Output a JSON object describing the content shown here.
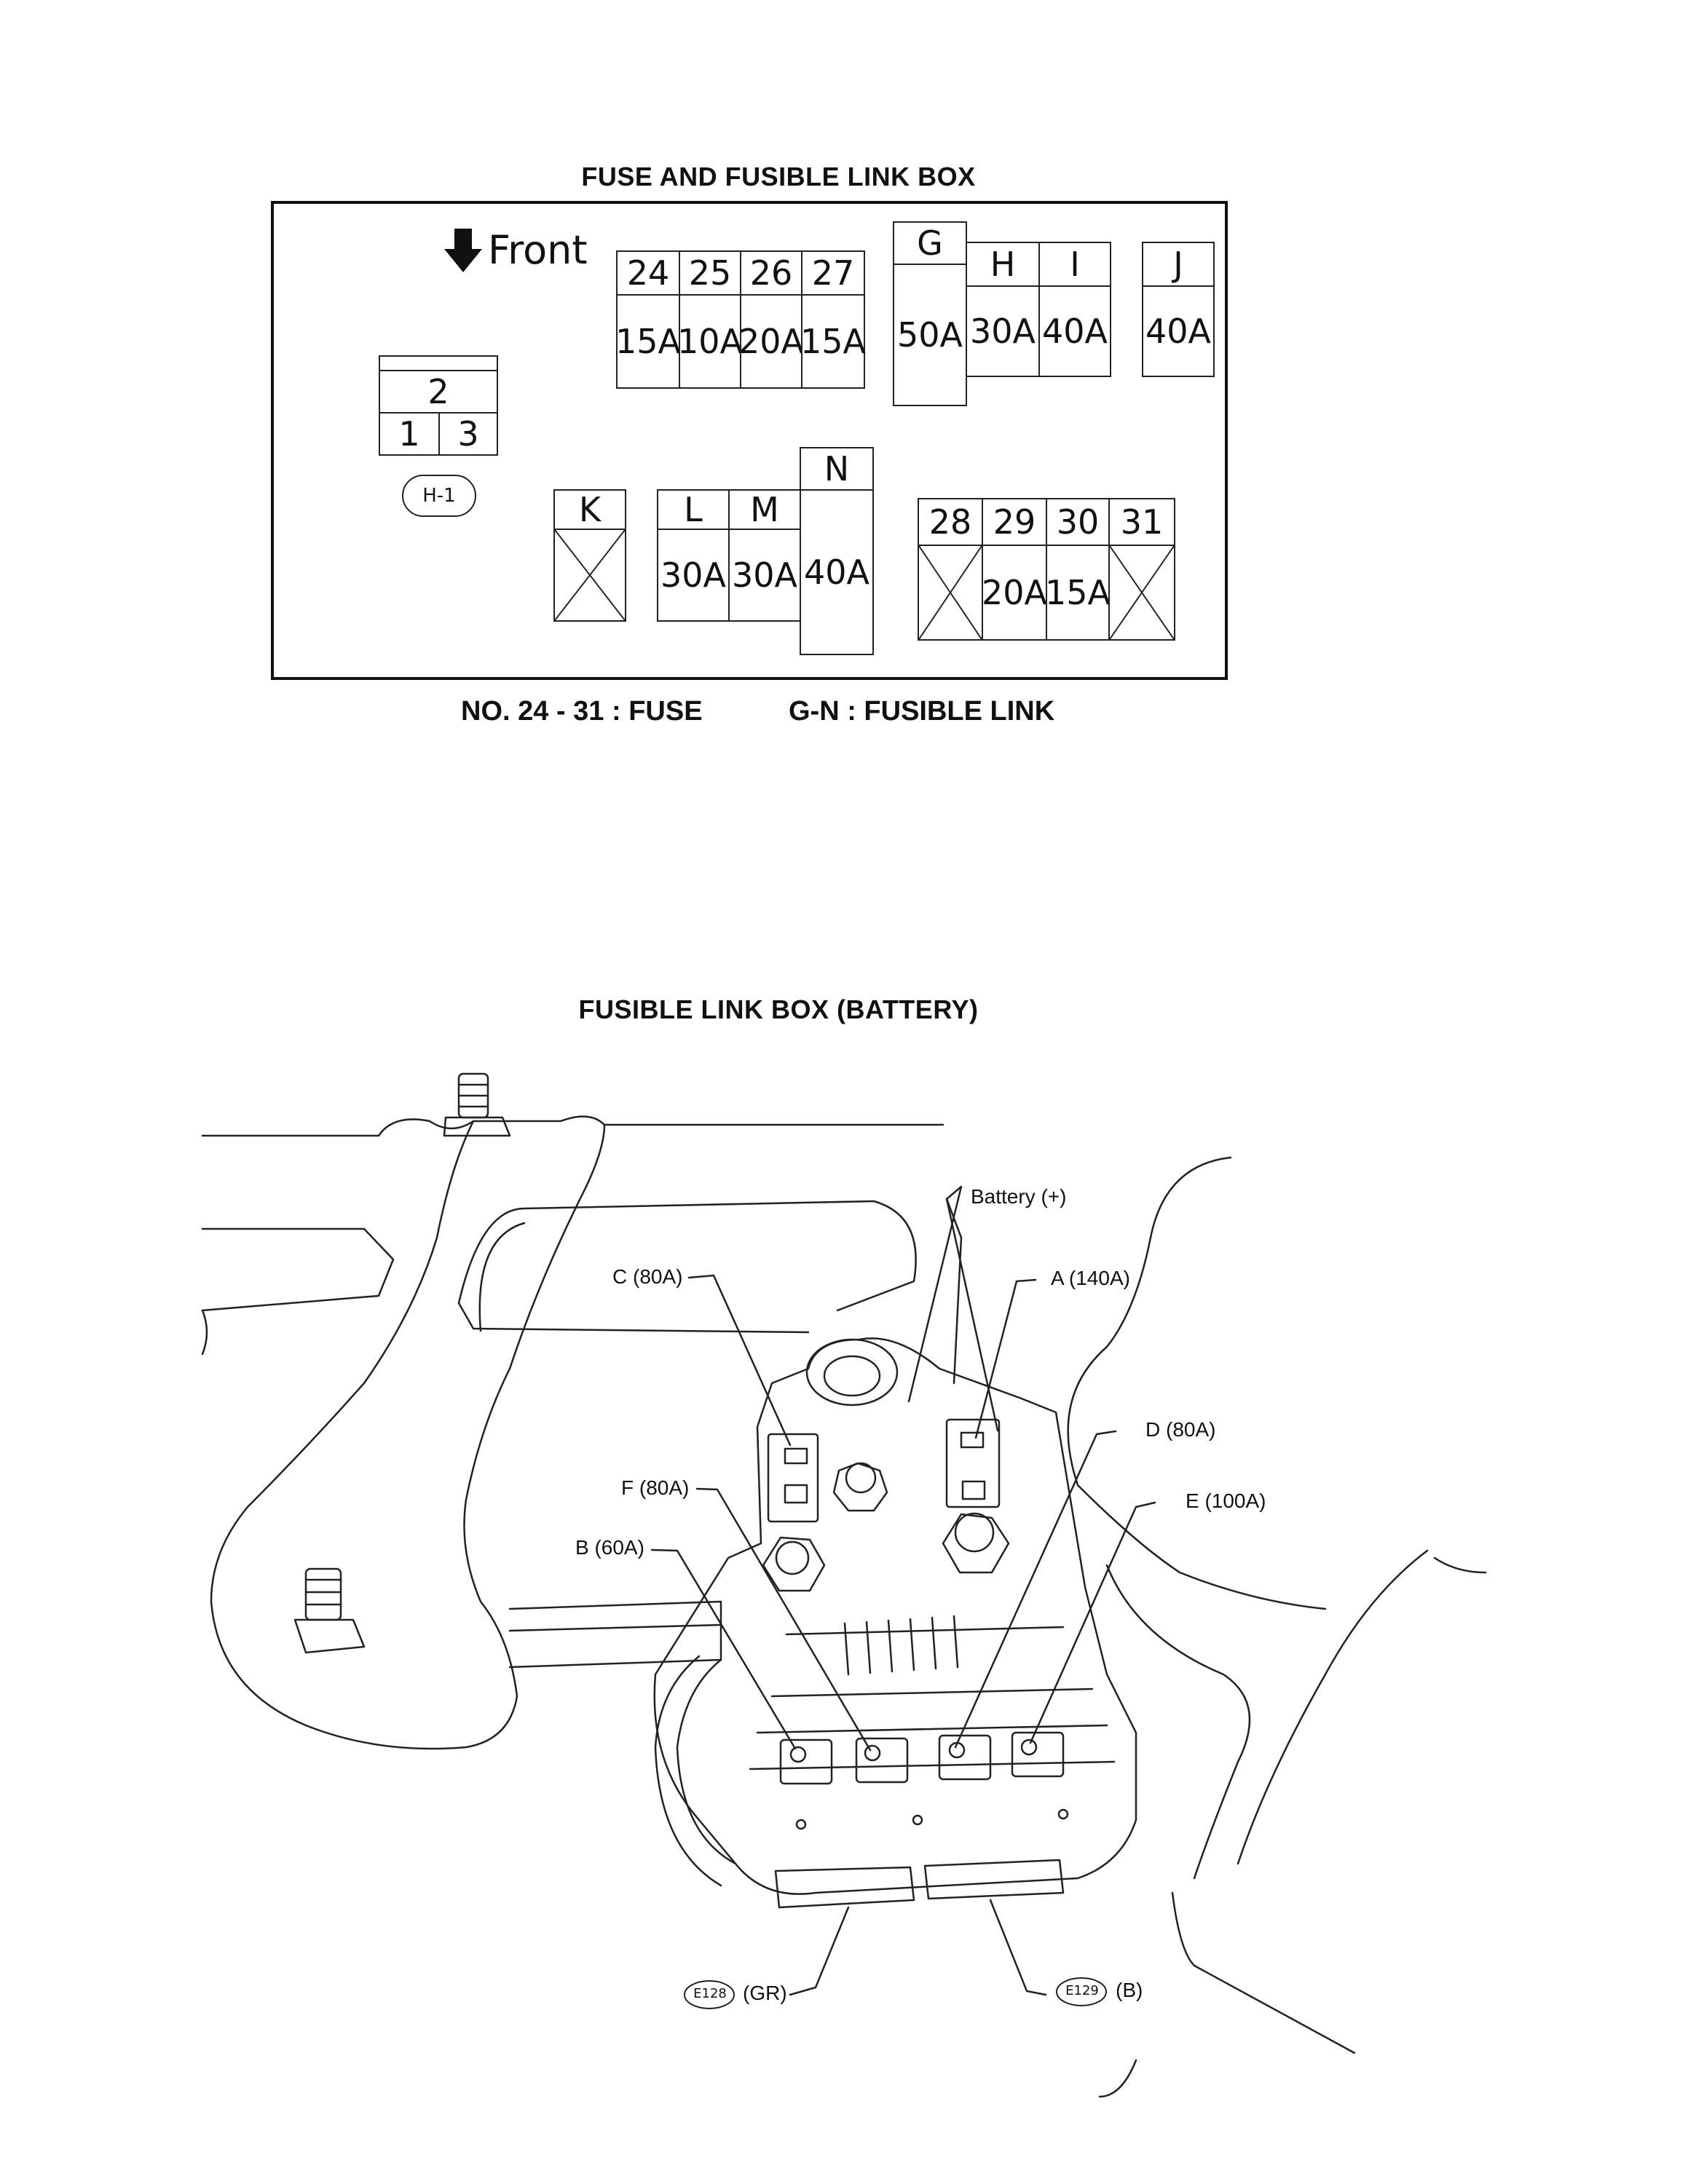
{
  "fuse_box": {
    "title": "FUSE AND FUSIBLE LINK BOX",
    "front_label": "Front",
    "relay_block": {
      "top": "2",
      "bottom_left": "1",
      "bottom_right": "3",
      "tag": "H-1"
    },
    "fuses_top": [
      {
        "no": "24",
        "amp": "15A"
      },
      {
        "no": "25",
        "amp": "10A"
      },
      {
        "no": "26",
        "amp": "20A"
      },
      {
        "no": "27",
        "amp": "15A"
      }
    ],
    "links_top": [
      {
        "id": "G",
        "amp": "50A"
      },
      {
        "id": "H",
        "amp": "30A"
      },
      {
        "id": "I",
        "amp": "40A"
      },
      {
        "id": "J",
        "amp": "40A"
      }
    ],
    "links_bottom": [
      {
        "id": "K",
        "amp": ""
      },
      {
        "id": "L",
        "amp": "30A"
      },
      {
        "id": "M",
        "amp": "30A"
      },
      {
        "id": "N",
        "amp": "40A"
      }
    ],
    "fuses_bottom": [
      {
        "no": "28",
        "amp": ""
      },
      {
        "no": "29",
        "amp": "20A"
      },
      {
        "no": "30",
        "amp": "15A"
      },
      {
        "no": "31",
        "amp": ""
      }
    ],
    "note_fuse": "NO.  24 - 31 : FUSE",
    "note_link": "G-N : FUSIBLE LINK"
  },
  "battery_box": {
    "title": "FUSIBLE LINK BOX (BATTERY)",
    "labels": {
      "battery": "Battery (+)",
      "c": "C (80A)",
      "a": "A (140A)",
      "d": "D (80A)",
      "f": "F (80A)",
      "e": "E (100A)",
      "b": "B (60A)",
      "conn1_tag": "E128",
      "conn1_color": "(GR)",
      "conn2_tag": "E129",
      "conn2_color": "(B)"
    }
  }
}
